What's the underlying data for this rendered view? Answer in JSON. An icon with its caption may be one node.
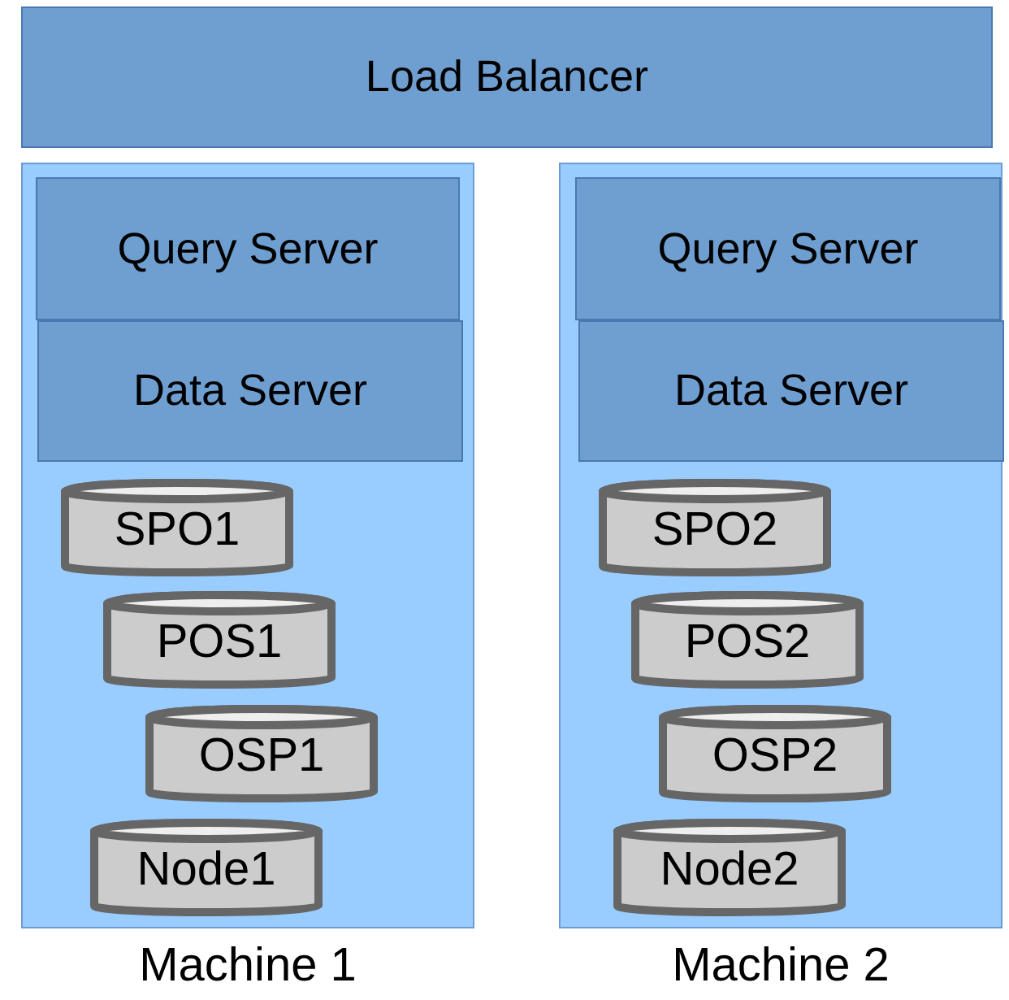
{
  "diagram": {
    "nodes": [
      {
        "text": [
          "Load Balancer"
        ]
      },
      {
        "text": [
          "Machine 1"
        ]
      },
      {
        "text": [
          "Query Server"
        ],
        "in": 1
      },
      {
        "text": [
          "Data Server"
        ],
        "in": 1
      },
      {
        "text": [
          "SPO1"
        ],
        "in": 1
      },
      {
        "text": [
          "POS1"
        ],
        "in": 1
      },
      {
        "text": [
          "OSP1"
        ],
        "in": 1
      },
      {
        "text": [
          "Node1"
        ],
        "in": 1
      },
      {
        "text": [
          "Machine 2"
        ]
      },
      {
        "text": [
          "Query Server"
        ],
        "in": 8
      },
      {
        "text": [
          "Data Server"
        ],
        "in": 8
      },
      {
        "text": [
          "SPO2"
        ],
        "in": 8
      },
      {
        "text": [
          "POS2"
        ],
        "in": 8
      },
      {
        "text": [
          "OSP2"
        ],
        "in": 8
      },
      {
        "text": [
          "Node2"
        ],
        "in": 8
      }
    ]
  }
}
